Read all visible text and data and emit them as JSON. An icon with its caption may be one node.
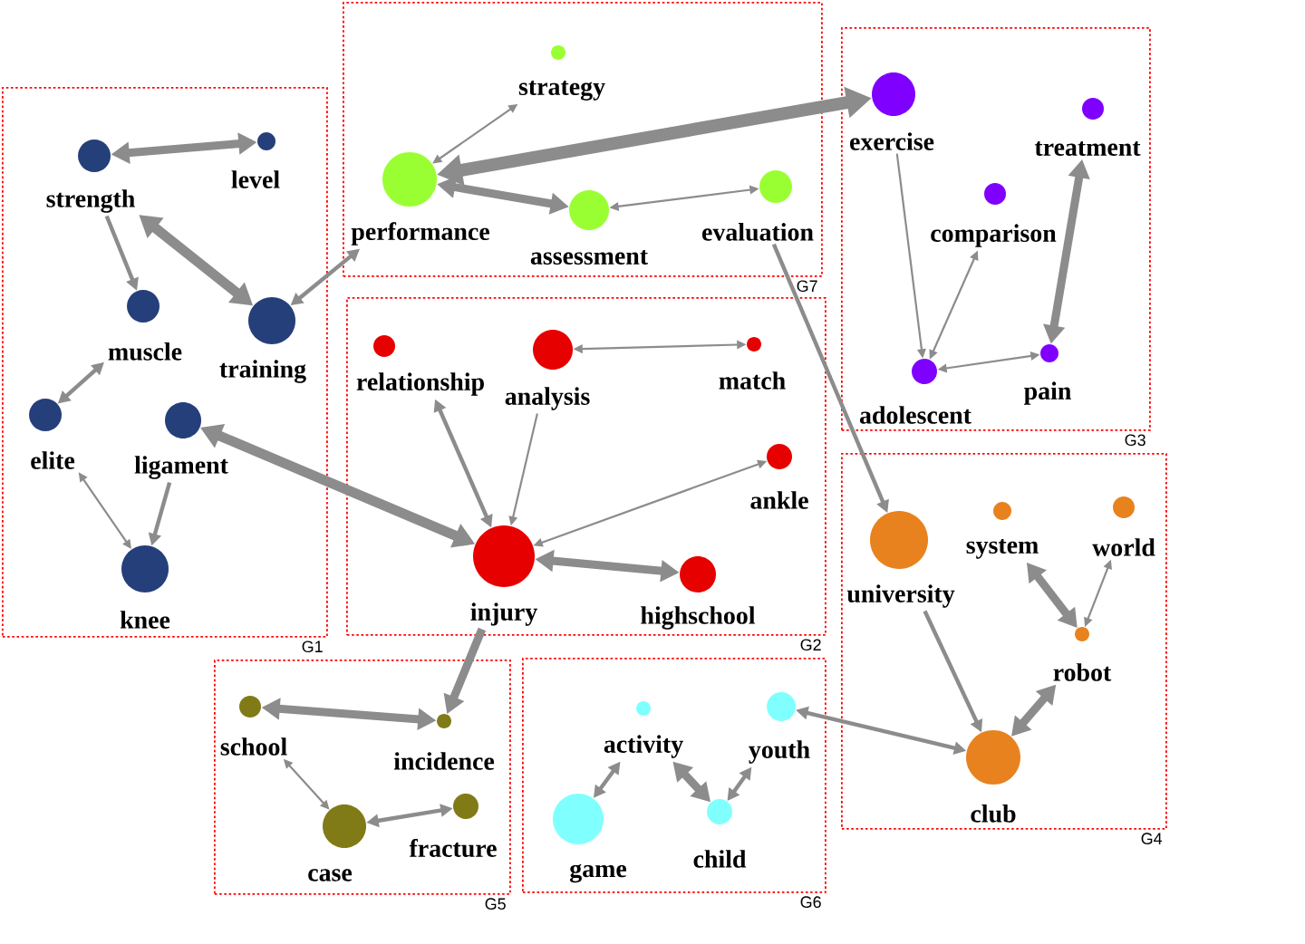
{
  "diagram": {
    "nodes": [
      {
        "text": [
          "G1"
        ]
      },
      {
        "text": [
          "strength"
        ],
        "in": 0
      },
      {
        "text": [
          "level"
        ],
        "in": 0
      },
      {
        "text": [
          "muscle"
        ],
        "in": 0
      },
      {
        "text": [
          "training"
        ],
        "in": 0
      },
      {
        "text": [
          "elite"
        ],
        "in": 0
      },
      {
        "text": [
          "ligament"
        ],
        "in": 0
      },
      {
        "text": [
          "knee"
        ],
        "in": 0
      },
      {
        "text": [
          "G7"
        ]
      },
      {
        "text": [
          "strategy"
        ],
        "in": 8
      },
      {
        "text": [
          "performance"
        ],
        "in": 8
      },
      {
        "text": [
          "assessment"
        ],
        "in": 8
      },
      {
        "text": [
          "evaluation"
        ],
        "in": 8
      },
      {
        "text": [
          "G3"
        ]
      },
      {
        "text": [
          "exercise"
        ],
        "in": 13
      },
      {
        "text": [
          "treatment"
        ],
        "in": 13
      },
      {
        "text": [
          "comparison"
        ],
        "in": 13
      },
      {
        "text": [
          "adolescent"
        ],
        "in": 13
      },
      {
        "text": [
          "pain"
        ],
        "in": 13
      },
      {
        "text": [
          "G2"
        ]
      },
      {
        "text": [
          "relationship"
        ],
        "in": 19
      },
      {
        "text": [
          "analysis"
        ],
        "in": 19
      },
      {
        "text": [
          "match"
        ],
        "in": 19
      },
      {
        "text": [
          "ankle"
        ],
        "in": 19
      },
      {
        "text": [
          "injury"
        ],
        "in": 19
      },
      {
        "text": [
          "highschool"
        ],
        "in": 19
      },
      {
        "text": [
          "G4"
        ]
      },
      {
        "text": [
          "university"
        ],
        "in": 26
      },
      {
        "text": [
          "system"
        ],
        "in": 26
      },
      {
        "text": [
          "world"
        ],
        "in": 26
      },
      {
        "text": [
          "robot"
        ],
        "in": 26
      },
      {
        "text": [
          "club"
        ],
        "in": 26
      },
      {
        "text": [
          "G5"
        ]
      },
      {
        "text": [
          "school"
        ],
        "in": 32
      },
      {
        "text": [
          "incidence"
        ],
        "in": 32
      },
      {
        "text": [
          "case"
        ],
        "in": 32
      },
      {
        "text": [
          "fracture"
        ],
        "in": 32
      },
      {
        "text": [
          "G6"
        ]
      },
      {
        "text": [
          "activity"
        ],
        "in": 37
      },
      {
        "text": [
          "youth"
        ],
        "in": 37
      },
      {
        "text": [
          "game"
        ],
        "in": 37
      },
      {
        "text": [
          "child"
        ],
        "in": 37
      }
    ],
    "edges": [
      {
        "from": 1,
        "to": 2,
        "arrow": "both",
        "style": "thick"
      },
      {
        "from": 1,
        "to": 4,
        "arrow": "both",
        "style": "thick"
      },
      {
        "from": 1,
        "to": 3,
        "arrow": "to"
      },
      {
        "from": 3,
        "to": 5,
        "arrow": "both"
      },
      {
        "from": 5,
        "to": 7,
        "arrow": "both"
      },
      {
        "from": 6,
        "to": 7,
        "arrow": "to"
      },
      {
        "from": 4,
        "to": 10,
        "arrow": "both"
      },
      {
        "from": 6,
        "to": 24,
        "arrow": "both",
        "style": "thick"
      },
      {
        "from": 9,
        "to": 10,
        "arrow": "both"
      },
      {
        "from": 10,
        "to": 14,
        "arrow": "both",
        "style": "thick"
      },
      {
        "from": 10,
        "to": 11,
        "arrow": "both",
        "style": "thick"
      },
      {
        "from": 11,
        "to": 12,
        "arrow": "both"
      },
      {
        "from": 12,
        "to": 27,
        "arrow": "to"
      },
      {
        "from": 14,
        "to": 17,
        "arrow": "to"
      },
      {
        "from": 16,
        "to": 17,
        "arrow": "both"
      },
      {
        "from": 15,
        "to": 18,
        "arrow": "both",
        "style": "thick"
      },
      {
        "from": 17,
        "to": 18,
        "arrow": "both"
      },
      {
        "from": 20,
        "to": 24,
        "arrow": "both"
      },
      {
        "from": 21,
        "to": 24,
        "arrow": "to"
      },
      {
        "from": 21,
        "to": 22,
        "arrow": "both"
      },
      {
        "from": 23,
        "to": 24,
        "arrow": "both"
      },
      {
        "from": 24,
        "to": 25,
        "arrow": "both",
        "style": "thick"
      },
      {
        "from": 24,
        "to": 34,
        "arrow": "to",
        "style": "thick"
      },
      {
        "from": 27,
        "to": 31,
        "arrow": "to"
      },
      {
        "from": 28,
        "to": 30,
        "arrow": "both",
        "style": "thick"
      },
      {
        "from": 29,
        "to": 30,
        "arrow": "both"
      },
      {
        "from": 30,
        "to": 31,
        "arrow": "both",
        "style": "thick"
      },
      {
        "from": 39,
        "to": 31,
        "arrow": "both"
      },
      {
        "from": 33,
        "to": 34,
        "arrow": "both",
        "style": "thick"
      },
      {
        "from": 33,
        "to": 35,
        "arrow": "both"
      },
      {
        "from": 35,
        "to": 36,
        "arrow": "both"
      },
      {
        "from": 38,
        "to": 40,
        "arrow": "both"
      },
      {
        "from": 38,
        "to": 41,
        "arrow": "both",
        "style": "thick"
      },
      {
        "from": 41,
        "to": 39,
        "arrow": "both"
      }
    ]
  }
}
